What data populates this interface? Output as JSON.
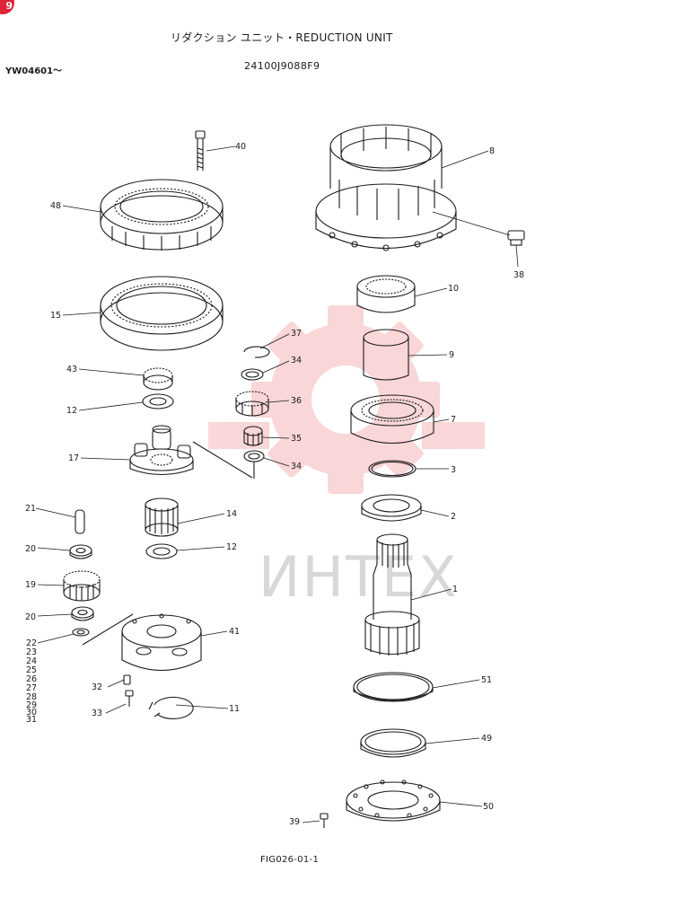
{
  "header": {
    "corner_badge": "9",
    "title": "リダクション ユニット・REDUCTION UNIT",
    "serial_range": "YW04601～",
    "part_number": "24100J9088F9"
  },
  "footer": {
    "figure_ref": "FIG026-01-1"
  },
  "watermark": {
    "text": "ИНТЕХ",
    "color": "#e8474f"
  },
  "callouts": {
    "p1": "1",
    "p2": "2",
    "p3": "3",
    "p7": "7",
    "p8": "8",
    "p9": "9",
    "p10": "10",
    "p11": "11",
    "p12a": "12",
    "p12b": "12",
    "p14": "14",
    "p15": "15",
    "p17": "17",
    "p19": "19",
    "p20a": "20",
    "p20b": "20",
    "p21": "21",
    "p32": "32",
    "p33": "33",
    "p34a": "34",
    "p34b": "34",
    "p35": "35",
    "p36": "36",
    "p37": "37",
    "p38": "38",
    "p39": "39",
    "p40": "40",
    "p41": "41",
    "p43": "43",
    "p48": "48",
    "p49": "49",
    "p50": "50",
    "p51": "51"
  },
  "callout_stack": [
    "22",
    "23",
    "24",
    "25",
    "26",
    "27",
    "28",
    "29",
    "30",
    "31"
  ]
}
